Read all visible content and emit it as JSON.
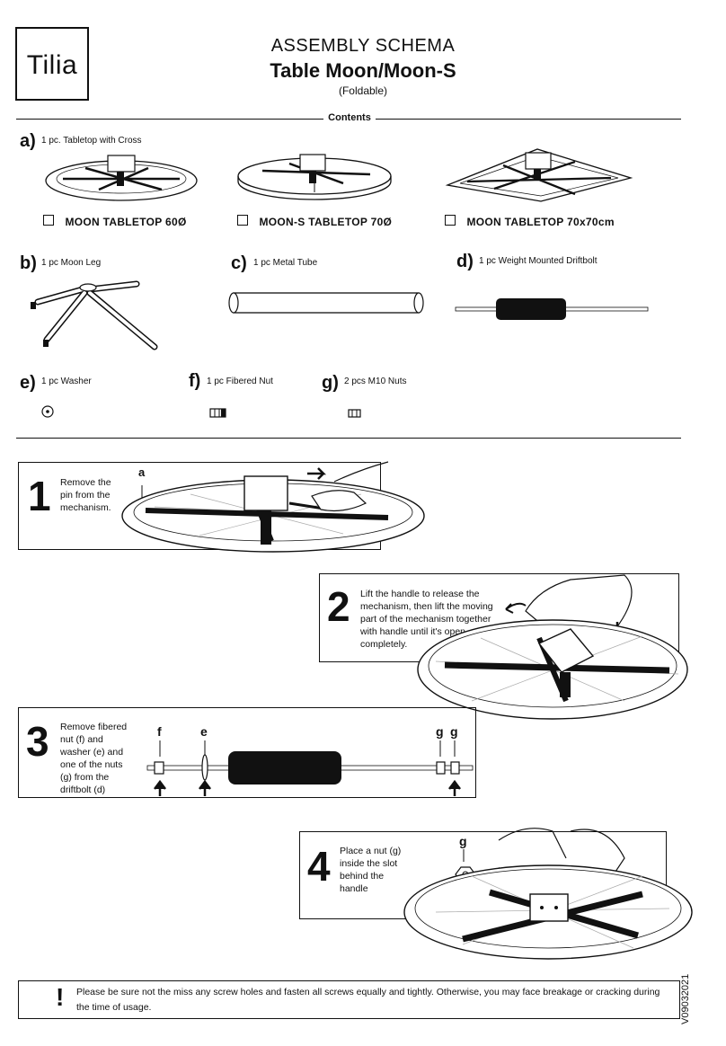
{
  "brand": {
    "logo_text": "Tilia"
  },
  "header": {
    "title": "ASSEMBLY SCHEMA",
    "product": "Table Moon/Moon-S",
    "subtitle": "(Foldable)"
  },
  "contents": {
    "heading": "Contents",
    "a": {
      "label": "a)",
      "text": "1 pc. Tabletop with Cross",
      "options": [
        "MOON TABLETOP 60Ø",
        "MOON-S TABLETOP 70Ø",
        "MOON TABLETOP 70x70cm"
      ]
    },
    "b": {
      "label": "b)",
      "text": "1 pc Moon Leg"
    },
    "c": {
      "label": "c)",
      "text": "1 pc Metal Tube"
    },
    "d": {
      "label": "d)",
      "text": "1 pc Weight Mounted Driftbolt"
    },
    "e": {
      "label": "e)",
      "text": "1 pc Washer"
    },
    "f": {
      "label": "f)",
      "text": "1 pc Fibered Nut"
    },
    "g": {
      "label": "g)",
      "text": "2 pcs M10 Nuts"
    }
  },
  "steps": [
    {
      "num": "1",
      "text": "Remove the pin from the mechanism.",
      "callout": "a"
    },
    {
      "num": "2",
      "text": "Lift the handle to release the mechanism, then lift the moving part of the mechanism together with handle until it's open completely."
    },
    {
      "num": "3",
      "text": "Remove fibered nut (f) and washer (e) and one of the nuts (g) from the driftbolt (d)",
      "callouts": [
        "f",
        "e",
        "g",
        "g"
      ]
    },
    {
      "num": "4",
      "text": "Place a nut (g) inside the slot behind the handle",
      "callout": "g"
    }
  ],
  "warning": {
    "icon": "!",
    "text": "Please be sure not the miss any screw holes and fasten all screws equally and tightly. Otherwise, you may face breakage or cracking during the time of usage."
  },
  "version": "V09032021"
}
